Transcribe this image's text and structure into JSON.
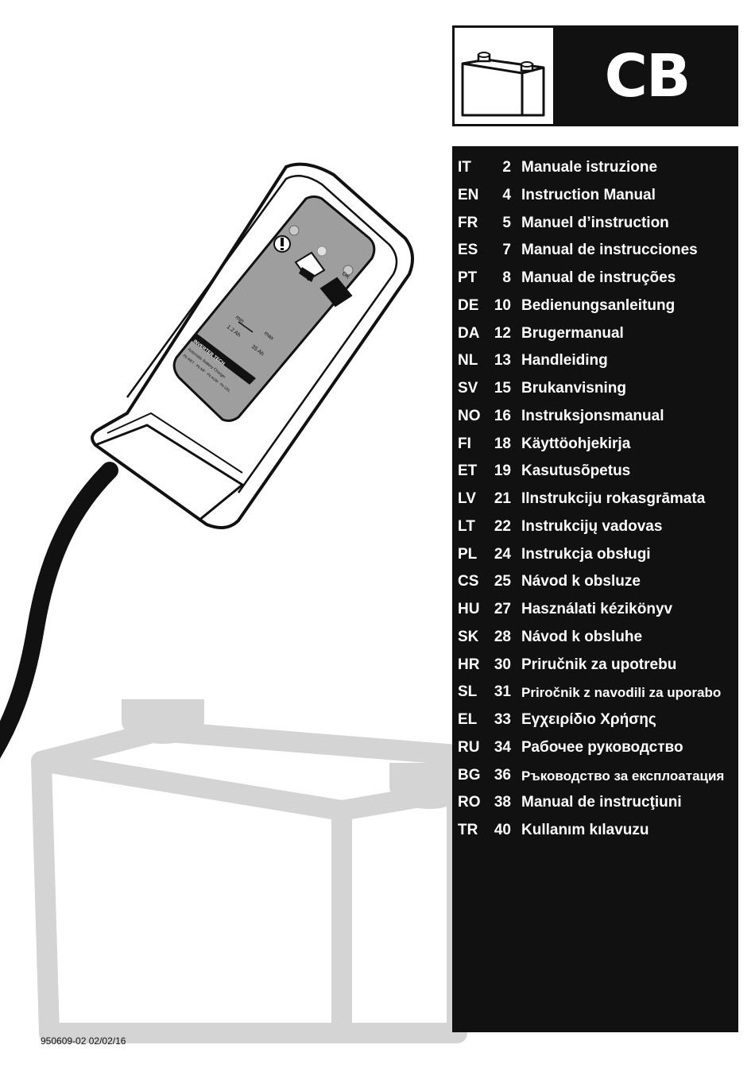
{
  "header": {
    "code": "CB",
    "icon": "battery-icon"
  },
  "illustration": {
    "icon": "battery-charger-illustration",
    "device_labels": {
      "min": "min",
      "min_capacity": "1.2 Ah",
      "max": "max",
      "max_capacity": "35 Ah",
      "brand_band": "INVERTER TECH",
      "description": "Automatic Battery Charger",
      "compatibility": "Pb WET · Pb MF · Pb AGM · Pb GEL",
      "ok_label": "OK"
    }
  },
  "languages": [
    {
      "code": "IT",
      "page": "2",
      "title": "Manuale istruzione"
    },
    {
      "code": "EN",
      "page": "4",
      "title": "Instruction Manual"
    },
    {
      "code": "FR",
      "page": "5",
      "title": "Manuel d’instruction"
    },
    {
      "code": "ES",
      "page": "7",
      "title": "Manual de instrucciones"
    },
    {
      "code": "PT",
      "page": "8",
      "title": "Manual de instruções"
    },
    {
      "code": "DE",
      "page": "10",
      "title": "Bedienungsanleitung"
    },
    {
      "code": "DA",
      "page": "12",
      "title": "Brugermanual"
    },
    {
      "code": "NL",
      "page": "13",
      "title": "Handleiding"
    },
    {
      "code": "SV",
      "page": "15",
      "title": "Brukanvisning"
    },
    {
      "code": "NO",
      "page": "16",
      "title": "Instruksjonsmanual"
    },
    {
      "code": "FI",
      "page": "18",
      "title": "Käyttöohjekirja"
    },
    {
      "code": "ET",
      "page": "19",
      "title": "Kasutusõpetus"
    },
    {
      "code": "LV",
      "page": "21",
      "title": "Ilnstrukciju rokasgrāmata"
    },
    {
      "code": "LT",
      "page": "22",
      "title": "Instrukcijų vadovas"
    },
    {
      "code": "PL",
      "page": "24",
      "title": "Instrukcja obsługi"
    },
    {
      "code": "CS",
      "page": "25",
      "title": "Návod k obsluze"
    },
    {
      "code": "HU",
      "page": "27",
      "title": "Használati kézikönyv"
    },
    {
      "code": "SK",
      "page": "28",
      "title": "Návod k obsluhe"
    },
    {
      "code": "HR",
      "page": "30",
      "title": "Priručnik za upotrebu"
    },
    {
      "code": "SL",
      "page": "31",
      "title": "Priročnik z navodili za uporabo"
    },
    {
      "code": "EL",
      "page": "33",
      "title": "Εγχειρίδιο Χρήσης"
    },
    {
      "code": "RU",
      "page": "34",
      "title": "Рабочее руководство"
    },
    {
      "code": "BG",
      "page": "36",
      "title": "Ръководство за експлоатация"
    },
    {
      "code": "RO",
      "page": "38",
      "title": "Manual de instrucţiuni"
    },
    {
      "code": "TR",
      "page": "40",
      "title": "Kullanım kılavuzu"
    }
  ],
  "footer": {
    "doc_ref": "950609-02  02/02/16"
  }
}
